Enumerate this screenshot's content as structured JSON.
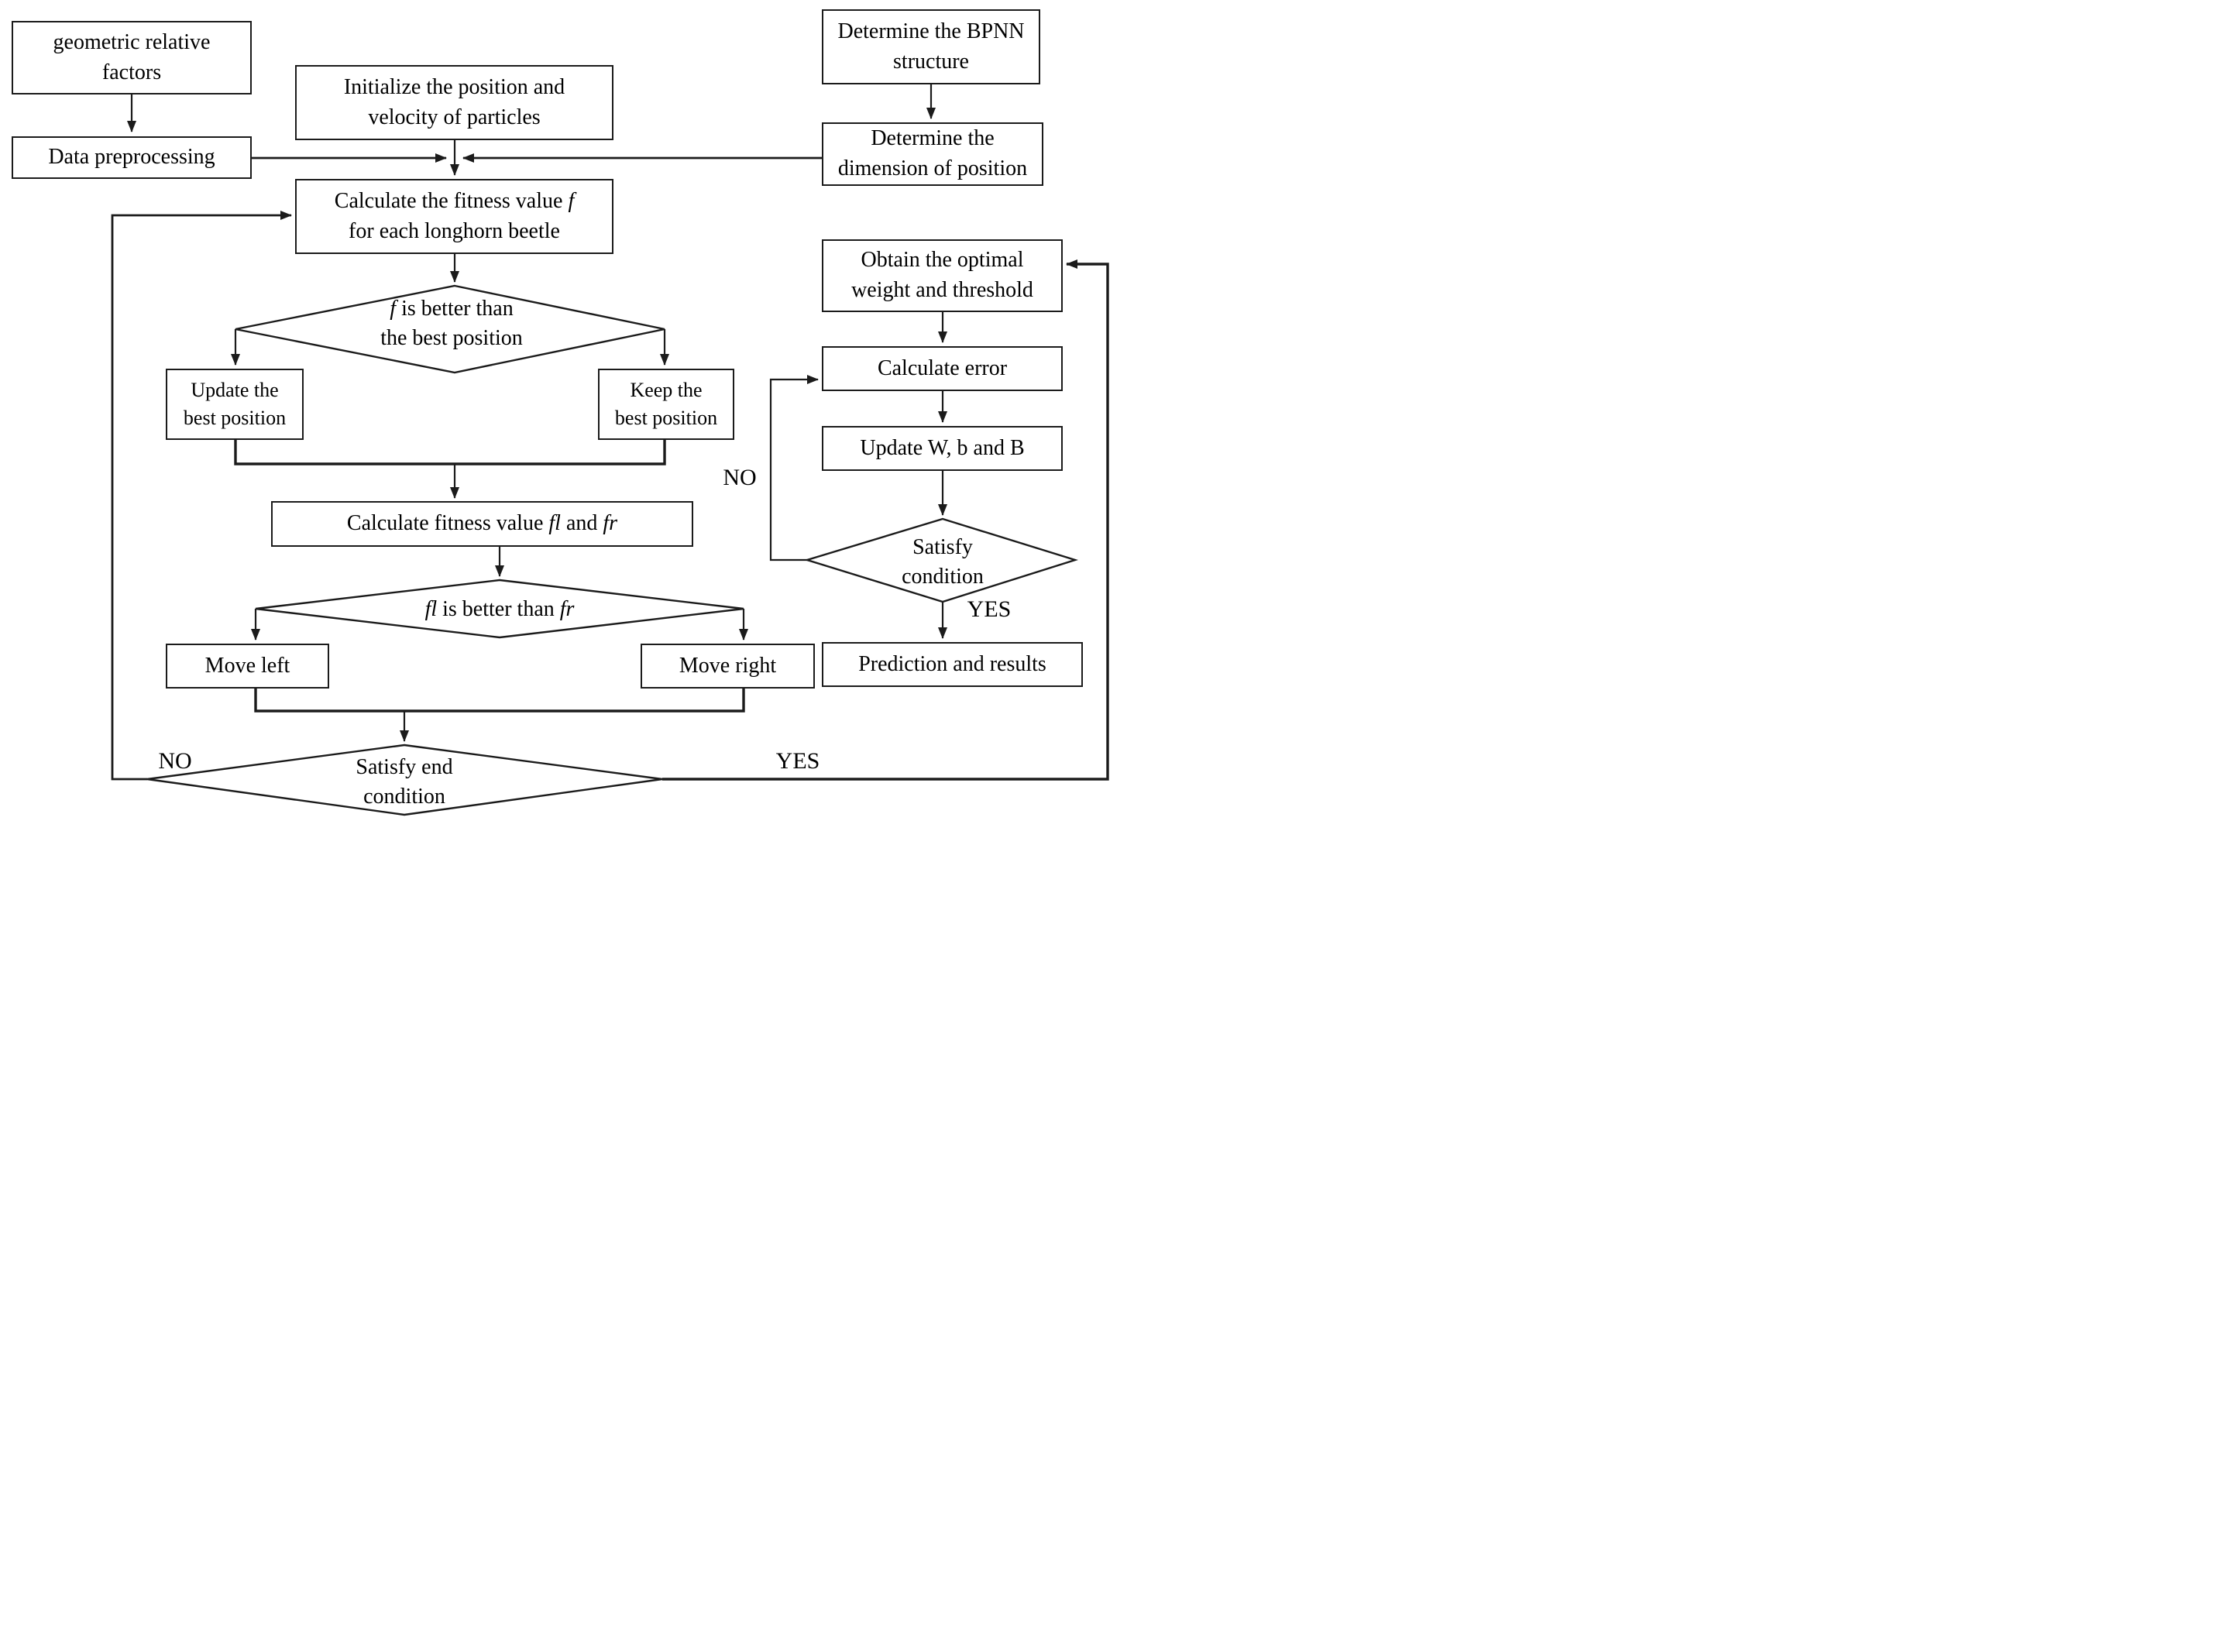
{
  "figure": {
    "boxes": {
      "geometric_factors": {
        "line1": "geometric relative",
        "line2": "factors"
      },
      "data_preprocessing": {
        "line1": "Data preprocessing"
      },
      "initialize": {
        "line1": "Initialize the position and",
        "line2": "velocity of particles"
      },
      "bpnn_structure": {
        "line1": "Determine the BPNN",
        "line2": "structure"
      },
      "dimension": {
        "line1": "Determine the",
        "line2": "dimension of position"
      },
      "calc_fitness": {
        "pre": "Calculate the fitness value ",
        "var": "f",
        "line2": "for each longhorn beetle"
      },
      "update_best": {
        "line1": "Update the",
        "line2": "best position"
      },
      "keep_best": {
        "line1": "Keep the",
        "line2": "best position"
      },
      "calc_flfr": {
        "pre": "Calculate fitness value ",
        "var1": "fl",
        "mid": " and ",
        "var2": "fr"
      },
      "move_left": {
        "line1": "Move left"
      },
      "move_right": {
        "line1": "Move right"
      },
      "obtain_optimal": {
        "line1": "Obtain the optimal",
        "line2": "weight and threshold"
      },
      "calculate_error": {
        "line1": "Calculate error"
      },
      "update_wbb": {
        "line1": "Update W, b and B"
      },
      "prediction": {
        "line1": "Prediction and results"
      }
    },
    "diamonds": {
      "f_better": {
        "var": "f",
        "post": " is better than",
        "line2": "the best position"
      },
      "flfr_better": {
        "var1": "fl",
        "mid": " is better than ",
        "var2": "fr"
      },
      "end_condition": {
        "line1": "Satisfy end",
        "line2": "condition"
      },
      "satisfy_condition": {
        "line1": "Satisfy",
        "line2": "condition"
      }
    },
    "labels": {
      "no_main": "NO",
      "yes_main": "YES",
      "no_bp": "NO",
      "yes_bp": "YES"
    }
  }
}
